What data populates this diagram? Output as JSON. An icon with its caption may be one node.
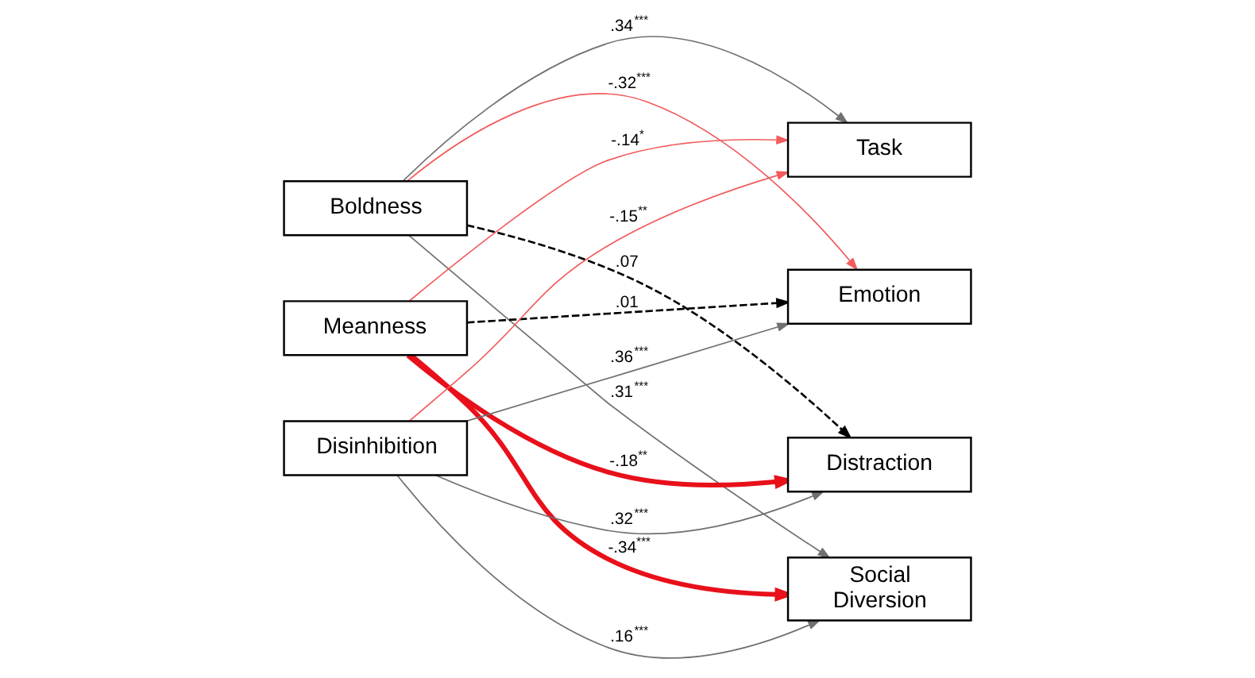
{
  "diagram": {
    "nodes": [
      {
        "text": [
          "Boldness"
        ]
      },
      {
        "text": [
          "Meanness"
        ]
      },
      {
        "text": [
          "Disinhibition"
        ]
      },
      {
        "text": [
          "Task"
        ]
      },
      {
        "text": [
          "Emotion"
        ]
      },
      {
        "text": [
          "Distraction"
        ]
      },
      {
        "text": [
          "Social Diversion"
        ]
      }
    ],
    "edges": [
      {
        "from": 0,
        "to": 3,
        "arrow": "to",
        "label": ".34$^{***}$"
      },
      {
        "from": 0,
        "to": 4,
        "arrow": "to",
        "label": "-.32$^{***}$",
        "color": "#f25c5c"
      },
      {
        "from": 0,
        "to": 5,
        "arrow": "to",
        "label": ".07",
        "style": "dashed",
        "color": "#000000"
      },
      {
        "from": 0,
        "to": 6,
        "arrow": "to",
        "label": ".31$^{***}$"
      },
      {
        "from": 1,
        "to": 3,
        "arrow": "to",
        "label": "-.14$^{*}$",
        "color": "#f25c5c"
      },
      {
        "from": 1,
        "to": 4,
        "arrow": "to",
        "label": ".01",
        "style": "dashed",
        "color": "#000000"
      },
      {
        "from": 1,
        "to": 5,
        "arrow": "to",
        "label": "-.18$^{**}$",
        "style": "thick",
        "color": "#e8101a"
      },
      {
        "from": 1,
        "to": 6,
        "arrow": "to",
        "label": "-.34$^{***}$",
        "style": "thick",
        "color": "#e8101a"
      },
      {
        "from": 2,
        "to": 3,
        "arrow": "to",
        "label": "-.15$^{**}$",
        "color": "#f25c5c"
      },
      {
        "from": 2,
        "to": 4,
        "arrow": "to",
        "label": ".36$^{***}$"
      },
      {
        "from": 2,
        "to": 5,
        "arrow": "to",
        "label": ".32$^{***}$"
      },
      {
        "from": 2,
        "to": 6,
        "arrow": "to",
        "label": ".16$^{***}$"
      }
    ]
  }
}
